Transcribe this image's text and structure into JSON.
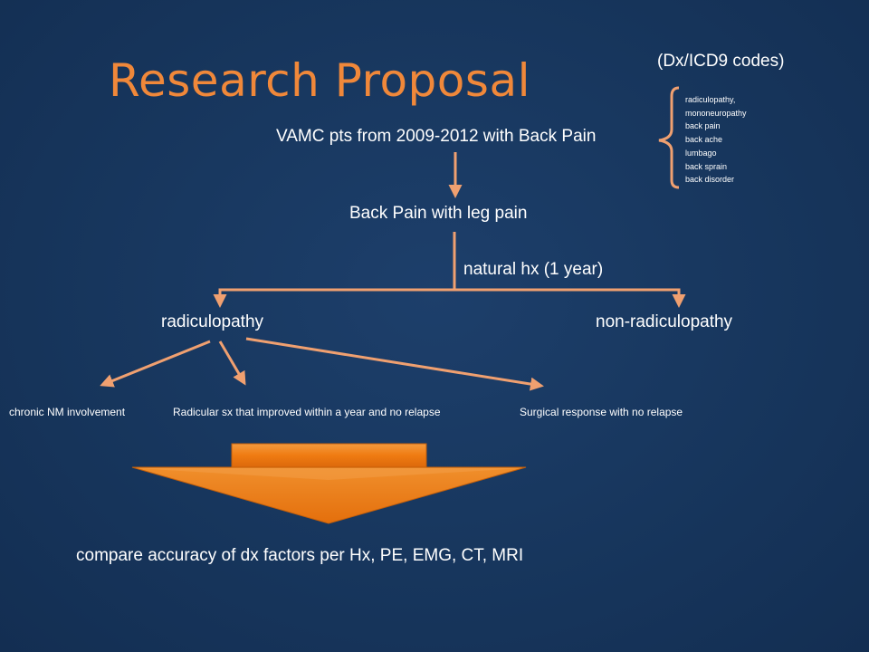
{
  "slide": {
    "title": "Research Proposal",
    "codes": {
      "heading": "(Dx/ICD9 codes)",
      "items": [
        "radiculopathy,",
        "mononeuropathy",
        "back pain",
        "back ache",
        "lumbago",
        "back sprain",
        "back disorder"
      ]
    },
    "nodes": {
      "root": "VAMC pts from 2009-2012 with Back Pain",
      "leg_pain": "Back Pain with leg pain",
      "natural_hx": "natural hx (1 year)",
      "radiculopathy": "radiculopathy",
      "non_radiculopathy": "non-radiculopathy",
      "chronic": "chronic NM involvement",
      "radicular_sx": "Radicular sx that improved within a year and no relapse",
      "surgical": "Surgical response with no relapse",
      "compare": "compare accuracy of dx factors per Hx, PE, EMG, CT, MRI"
    },
    "colors": {
      "background": "#17365d",
      "accent": "#f0883a",
      "arrow": "#f0a070",
      "big_arrow": "#f07c12",
      "text": "#ffffff"
    }
  }
}
